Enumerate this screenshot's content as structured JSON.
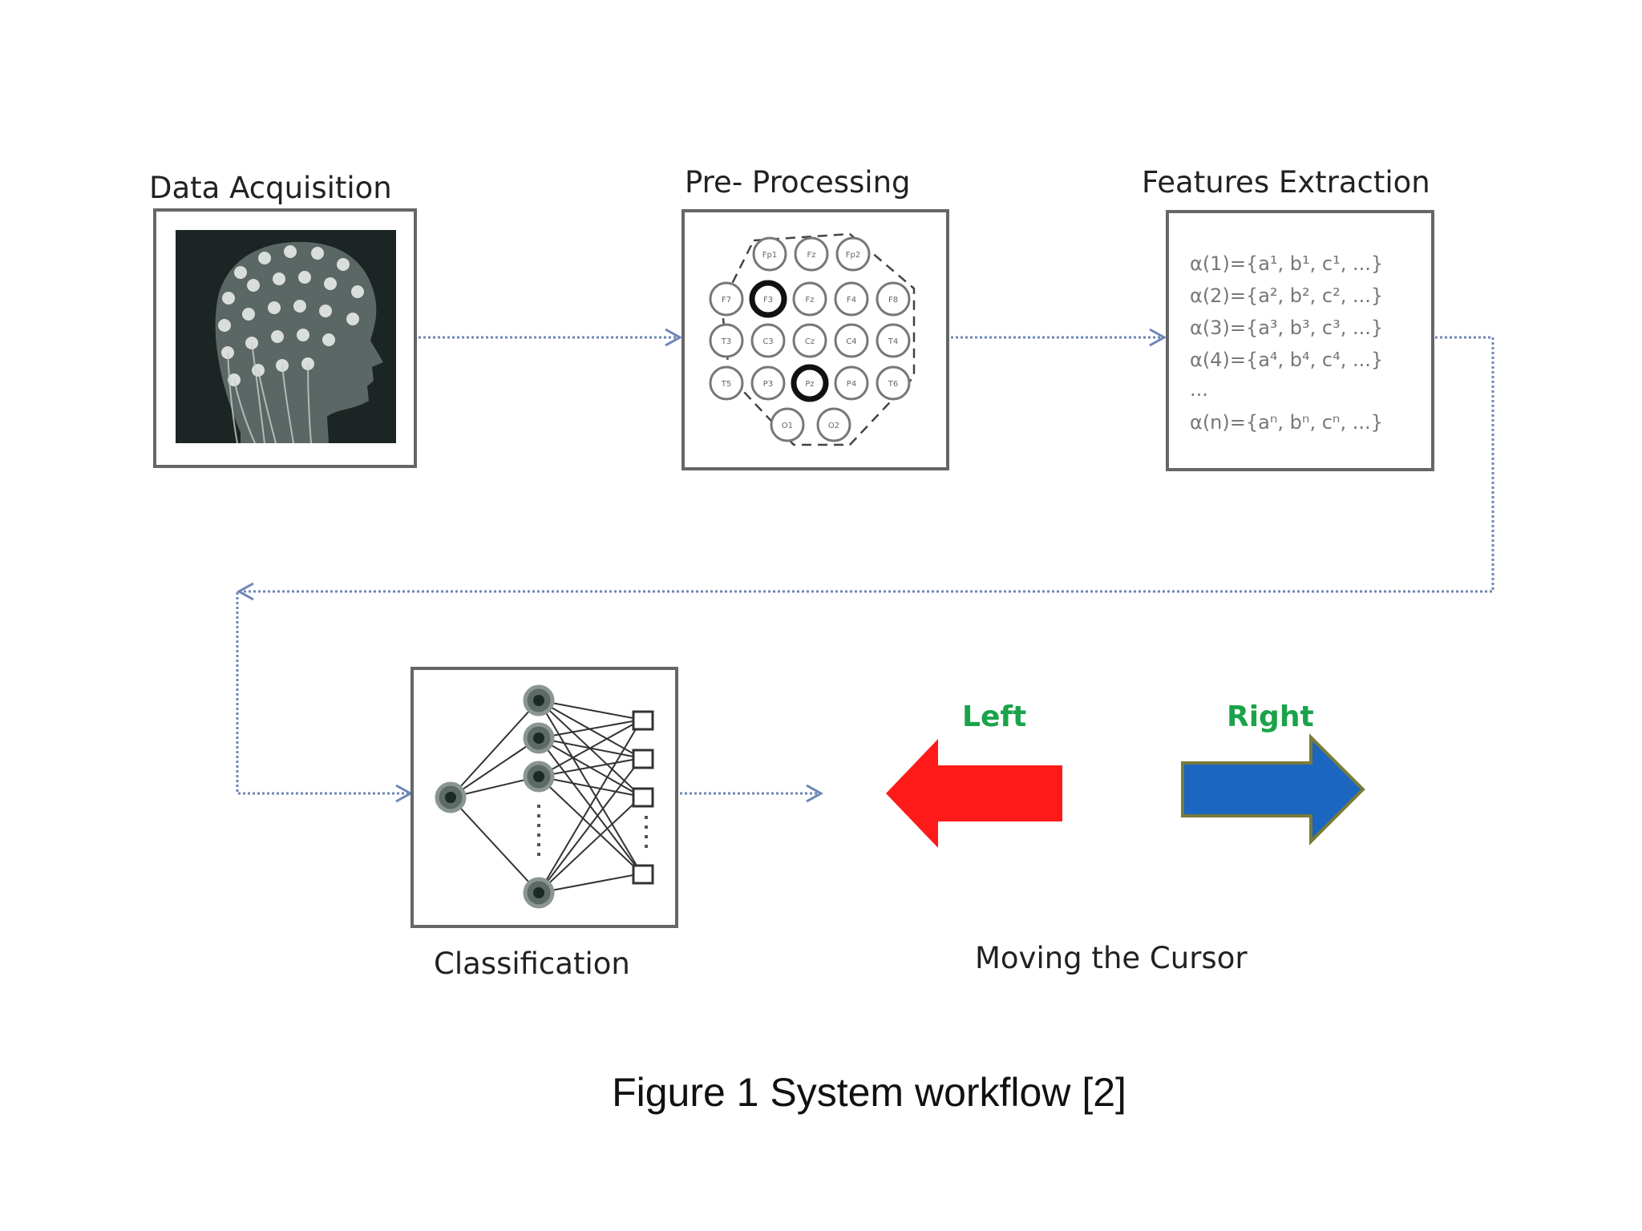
{
  "figure": {
    "caption": "Figure 1  System workflow [2]",
    "stages": {
      "data_acquisition": "Data Acquisition",
      "pre_processing": "Pre- Processing",
      "features_extraction": "Features Extraction",
      "classification": "Classification",
      "moving_cursor": "Moving the Cursor"
    },
    "cursor_arrows": {
      "left": {
        "label": "Left",
        "color": "#ff1a1a"
      },
      "right": {
        "label": "Right",
        "color": "#1a66c0",
        "border": "#7a7a3a"
      }
    },
    "electrodes": [
      {
        "label": "Fp1",
        "active": false
      },
      {
        "label": "Fz",
        "active": false
      },
      {
        "label": "Fp2",
        "active": false
      },
      {
        "label": "F7",
        "active": false
      },
      {
        "label": "F3",
        "active": true
      },
      {
        "label": "Fz",
        "active": false
      },
      {
        "label": "F4",
        "active": false
      },
      {
        "label": "F8",
        "active": false
      },
      {
        "label": "T3",
        "active": false
      },
      {
        "label": "C3",
        "active": false
      },
      {
        "label": "Cz",
        "active": false
      },
      {
        "label": "C4",
        "active": false
      },
      {
        "label": "T4",
        "active": false
      },
      {
        "label": "T5",
        "active": false
      },
      {
        "label": "P3",
        "active": false
      },
      {
        "label": "Pz",
        "active": true
      },
      {
        "label": "P4",
        "active": false
      },
      {
        "label": "T6",
        "active": false
      },
      {
        "label": "O1",
        "active": false
      },
      {
        "label": "O2",
        "active": false
      }
    ],
    "features": [
      "α(1)={a¹, b¹, c¹, ...}",
      "α(2)={a², b², c², ...}",
      "α(3)={a³, b³, c³, ...}",
      "α(4)={a⁴, b⁴, c⁴, ...}",
      "...",
      "α(n)={aⁿ, bⁿ, cⁿ, ...}"
    ],
    "colors": {
      "flow_line": "#6c86b6",
      "label_green": "#1aa34a"
    }
  }
}
